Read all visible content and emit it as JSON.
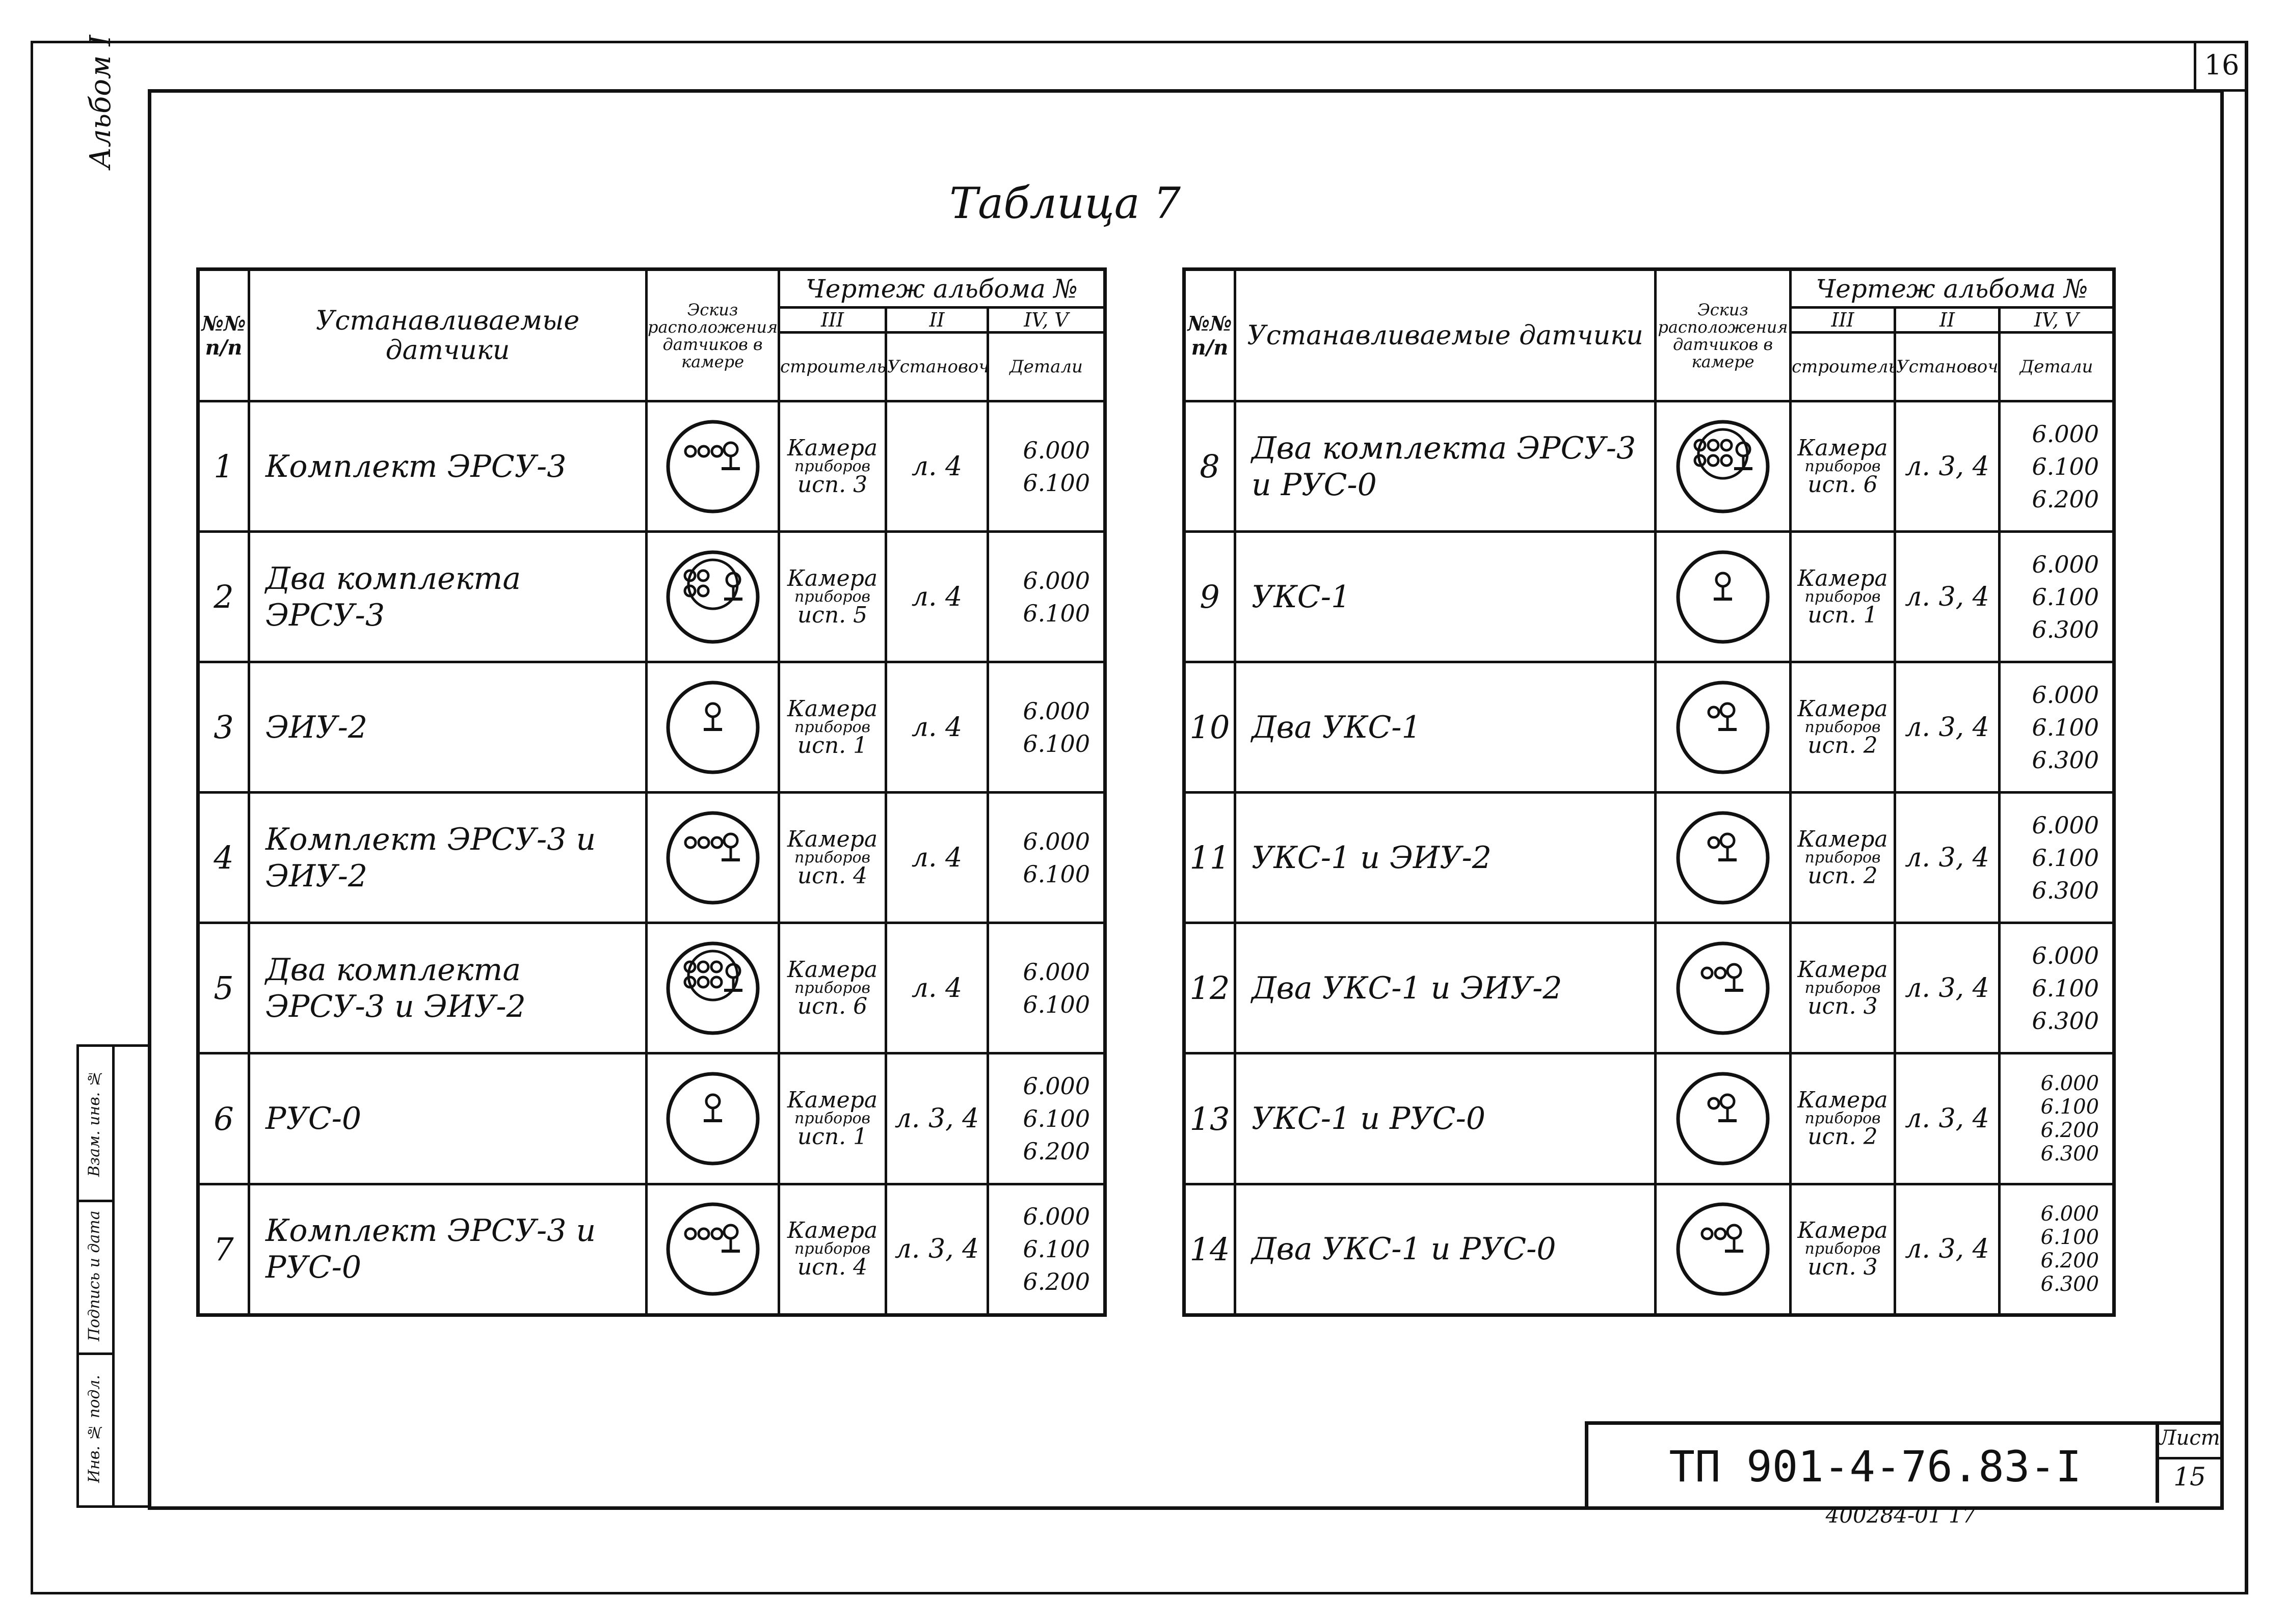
{
  "sheet_corner": "16",
  "album_label": "Альбом I",
  "side_stamp": [
    "Инв. № подл.",
    "Подпись и дата",
    "Взам. инв. №"
  ],
  "title": "Таблица 7",
  "headers": {
    "num": "№№ п/п",
    "name": "Устанавливаемые датчики",
    "sketch": "Эскиз расположения датчиков в камере",
    "album": "Чертеж альбома №",
    "vol_iii": "III",
    "vol_ii": "II",
    "vol_iv_v": "IV, V",
    "build": "строительный",
    "install": "Установочный",
    "details": "Детали"
  },
  "rows_left": [
    {
      "num": "1",
      "name": "Комплект ЭРСУ-3",
      "build": [
        "Камера",
        "приборов",
        "исп. 3"
      ],
      "install": "л. 4",
      "details": [
        "6.000",
        "6.100"
      ],
      "dots": 4,
      "inner_circle": false
    },
    {
      "num": "2",
      "name": "Два комплекта ЭРСУ-3",
      "build": [
        "Камера",
        "приборов",
        "исп. 5"
      ],
      "install": "л. 4",
      "details": [
        "6.000",
        "6.100"
      ],
      "dots": 5,
      "inner_circle": true
    },
    {
      "num": "3",
      "name": "ЭИУ-2",
      "build": [
        "Камера",
        "приборов",
        "исп. 1"
      ],
      "install": "л. 4",
      "details": [
        "6.000",
        "6.100"
      ],
      "dots": 1,
      "inner_circle": false
    },
    {
      "num": "4",
      "name": "Комплект ЭРСУ-3 и ЭИУ-2",
      "build": [
        "Камера",
        "приборов",
        "исп. 4"
      ],
      "install": "л. 4",
      "details": [
        "6.000",
        "6.100"
      ],
      "dots": 4,
      "inner_circle": false
    },
    {
      "num": "5",
      "name": "Два комплекта ЭРСУ-3 и ЭИУ-2",
      "build": [
        "Камера",
        "приборов",
        "исп. 6"
      ],
      "install": "л. 4",
      "details": [
        "6.000",
        "6.100"
      ],
      "dots": 7,
      "inner_circle": true
    },
    {
      "num": "6",
      "name": "РУС-0",
      "build": [
        "Камера",
        "приборов",
        "исп. 1"
      ],
      "install": "л. 3, 4",
      "details": [
        "6.000",
        "6.100",
        "6.200"
      ],
      "dots": 1,
      "inner_circle": false
    },
    {
      "num": "7",
      "name": "Комплект ЭРСУ-3 и РУС-0",
      "build": [
        "Камера",
        "приборов",
        "исп. 4"
      ],
      "install": "л. 3, 4",
      "details": [
        "6.000",
        "6.100",
        "6.200"
      ],
      "dots": 4,
      "inner_circle": false
    }
  ],
  "rows_right": [
    {
      "num": "8",
      "name": "Два комплекта ЭРСУ-3 и РУС-0",
      "build": [
        "Камера",
        "приборов",
        "исп. 6"
      ],
      "install": "л. 3, 4",
      "details": [
        "6.000",
        "6.100",
        "6.200"
      ],
      "dots": 7,
      "inner_circle": true
    },
    {
      "num": "9",
      "name": "УКС-1",
      "build": [
        "Камера",
        "приборов",
        "исп. 1"
      ],
      "install": "л. 3, 4",
      "details": [
        "6.000",
        "6.100",
        "6.300"
      ],
      "dots": 1,
      "inner_circle": false
    },
    {
      "num": "10",
      "name": "Два УКС-1",
      "build": [
        "Камера",
        "приборов",
        "исп. 2"
      ],
      "install": "л. 3, 4",
      "details": [
        "6.000",
        "6.100",
        "6.300"
      ],
      "dots": 2,
      "inner_circle": false
    },
    {
      "num": "11",
      "name": "УКС-1 и ЭИУ-2",
      "build": [
        "Камера",
        "приборов",
        "исп. 2"
      ],
      "install": "л. 3, 4",
      "details": [
        "6.000",
        "6.100",
        "6.300"
      ],
      "dots": 2,
      "inner_circle": false
    },
    {
      "num": "12",
      "name": "Два УКС-1 и ЭИУ-2",
      "build": [
        "Камера",
        "приборов",
        "исп. 3"
      ],
      "install": "л. 3, 4",
      "details": [
        "6.000",
        "6.100",
        "6.300"
      ],
      "dots": 3,
      "inner_circle": false
    },
    {
      "num": "13",
      "name": "УКС-1 и РУС-0",
      "build": [
        "Камера",
        "приборов",
        "исп. 2"
      ],
      "install": "л. 3, 4",
      "details": [
        "6.000",
        "6.100",
        "6.200",
        "6.300"
      ],
      "dots": 2,
      "inner_circle": false
    },
    {
      "num": "14",
      "name": "Два УКС-1 и РУС-0",
      "build": [
        "Камера",
        "приборов",
        "исп. 3"
      ],
      "install": "л. 3, 4",
      "details": [
        "6.000",
        "6.100",
        "6.200",
        "6.300"
      ],
      "dots": 3,
      "inner_circle": false
    }
  ],
  "doc_code": "ТП 901-4-76.83-I",
  "sheet_label": "Лист",
  "sheet_number": "15",
  "archive_note": "400284-01   17"
}
